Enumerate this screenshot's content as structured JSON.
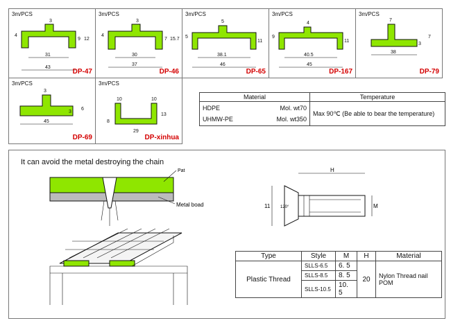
{
  "profiles": [
    {
      "pcs": "3m/PCS",
      "code": "DP-47",
      "dims": [
        "3",
        "4",
        "31",
        "43",
        "9",
        "12"
      ]
    },
    {
      "pcs": "3m/PCS",
      "code": "DP-46",
      "dims": [
        "3",
        "4",
        "30",
        "37",
        "7",
        "15.7"
      ]
    },
    {
      "pcs": "3m/PCS",
      "code": "DP-65",
      "dims": [
        "5",
        "5",
        "38.1",
        "46",
        "11"
      ]
    },
    {
      "pcs": "3m/PCS",
      "code": "DP-167",
      "dims": [
        "4",
        "9",
        "40.5",
        "45",
        "11"
      ]
    },
    {
      "pcs": "3m/PCS",
      "code": "DP-79",
      "dims": [
        "7",
        "38",
        "3",
        "7"
      ]
    },
    {
      "pcs": "3m/PCS",
      "code": "DP-69",
      "dims": [
        "3",
        "3",
        "6",
        "45"
      ]
    },
    {
      "pcs": "3m/PCS",
      "code": "DP-xinhua",
      "dims": [
        "10",
        "10",
        "8",
        "29",
        "13"
      ]
    }
  ],
  "material_table": {
    "headers": [
      "Material",
      "Temperature"
    ],
    "rows": [
      [
        "HDPE",
        "Mol. wt70"
      ],
      [
        "UHMW-PE",
        "Mol. wt350"
      ]
    ],
    "temperature": "Max 90℃ (Be able to bear the temperature)"
  },
  "chain_section": {
    "title": "It can avoid the metal destroying the chain",
    "pat_label": "Pat",
    "metal_label": "Metal boad"
  },
  "nail_drawing": {
    "h": "H",
    "dia": "11",
    "angle": "120°",
    "m": "M"
  },
  "thread_table": {
    "headers": [
      "Type",
      "Style",
      "M",
      "H",
      "Material"
    ],
    "type": "Plastic Thread",
    "styles": [
      [
        "SLLS-6.5",
        "6. 5"
      ],
      [
        "SLLS-8.5",
        "8. 5"
      ],
      [
        "SLLS-10.5",
        "10. 5"
      ]
    ],
    "h": "20",
    "material": "Nylon Thread nail POM"
  },
  "colors": {
    "profile": "#8fe600",
    "code": "#d40000"
  }
}
